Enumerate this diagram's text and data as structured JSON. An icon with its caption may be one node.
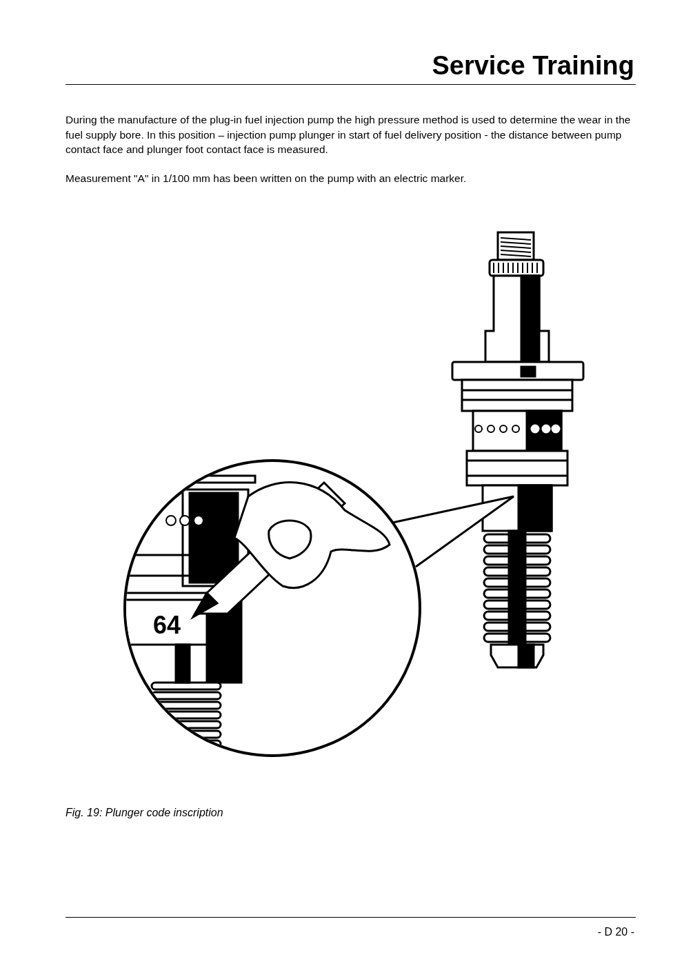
{
  "diagram": {
    "title": "Service Training",
    "caption": "Fig. 19: Plunger code inscription",
    "labels": [
      "During the manufacture of the plug-in fuel injection pump the high pressure method is used to determine the wear in the fuel supply bore. In this position – injection pump plunger in start of fuel delivery position - the distance between pump contact face and plunger foot contact face is measured.",
      "Measurement \"A\" in 1/100 mm has been written on the pump with an electric marker.",
      "64",
      "- D 20 -"
    ]
  }
}
